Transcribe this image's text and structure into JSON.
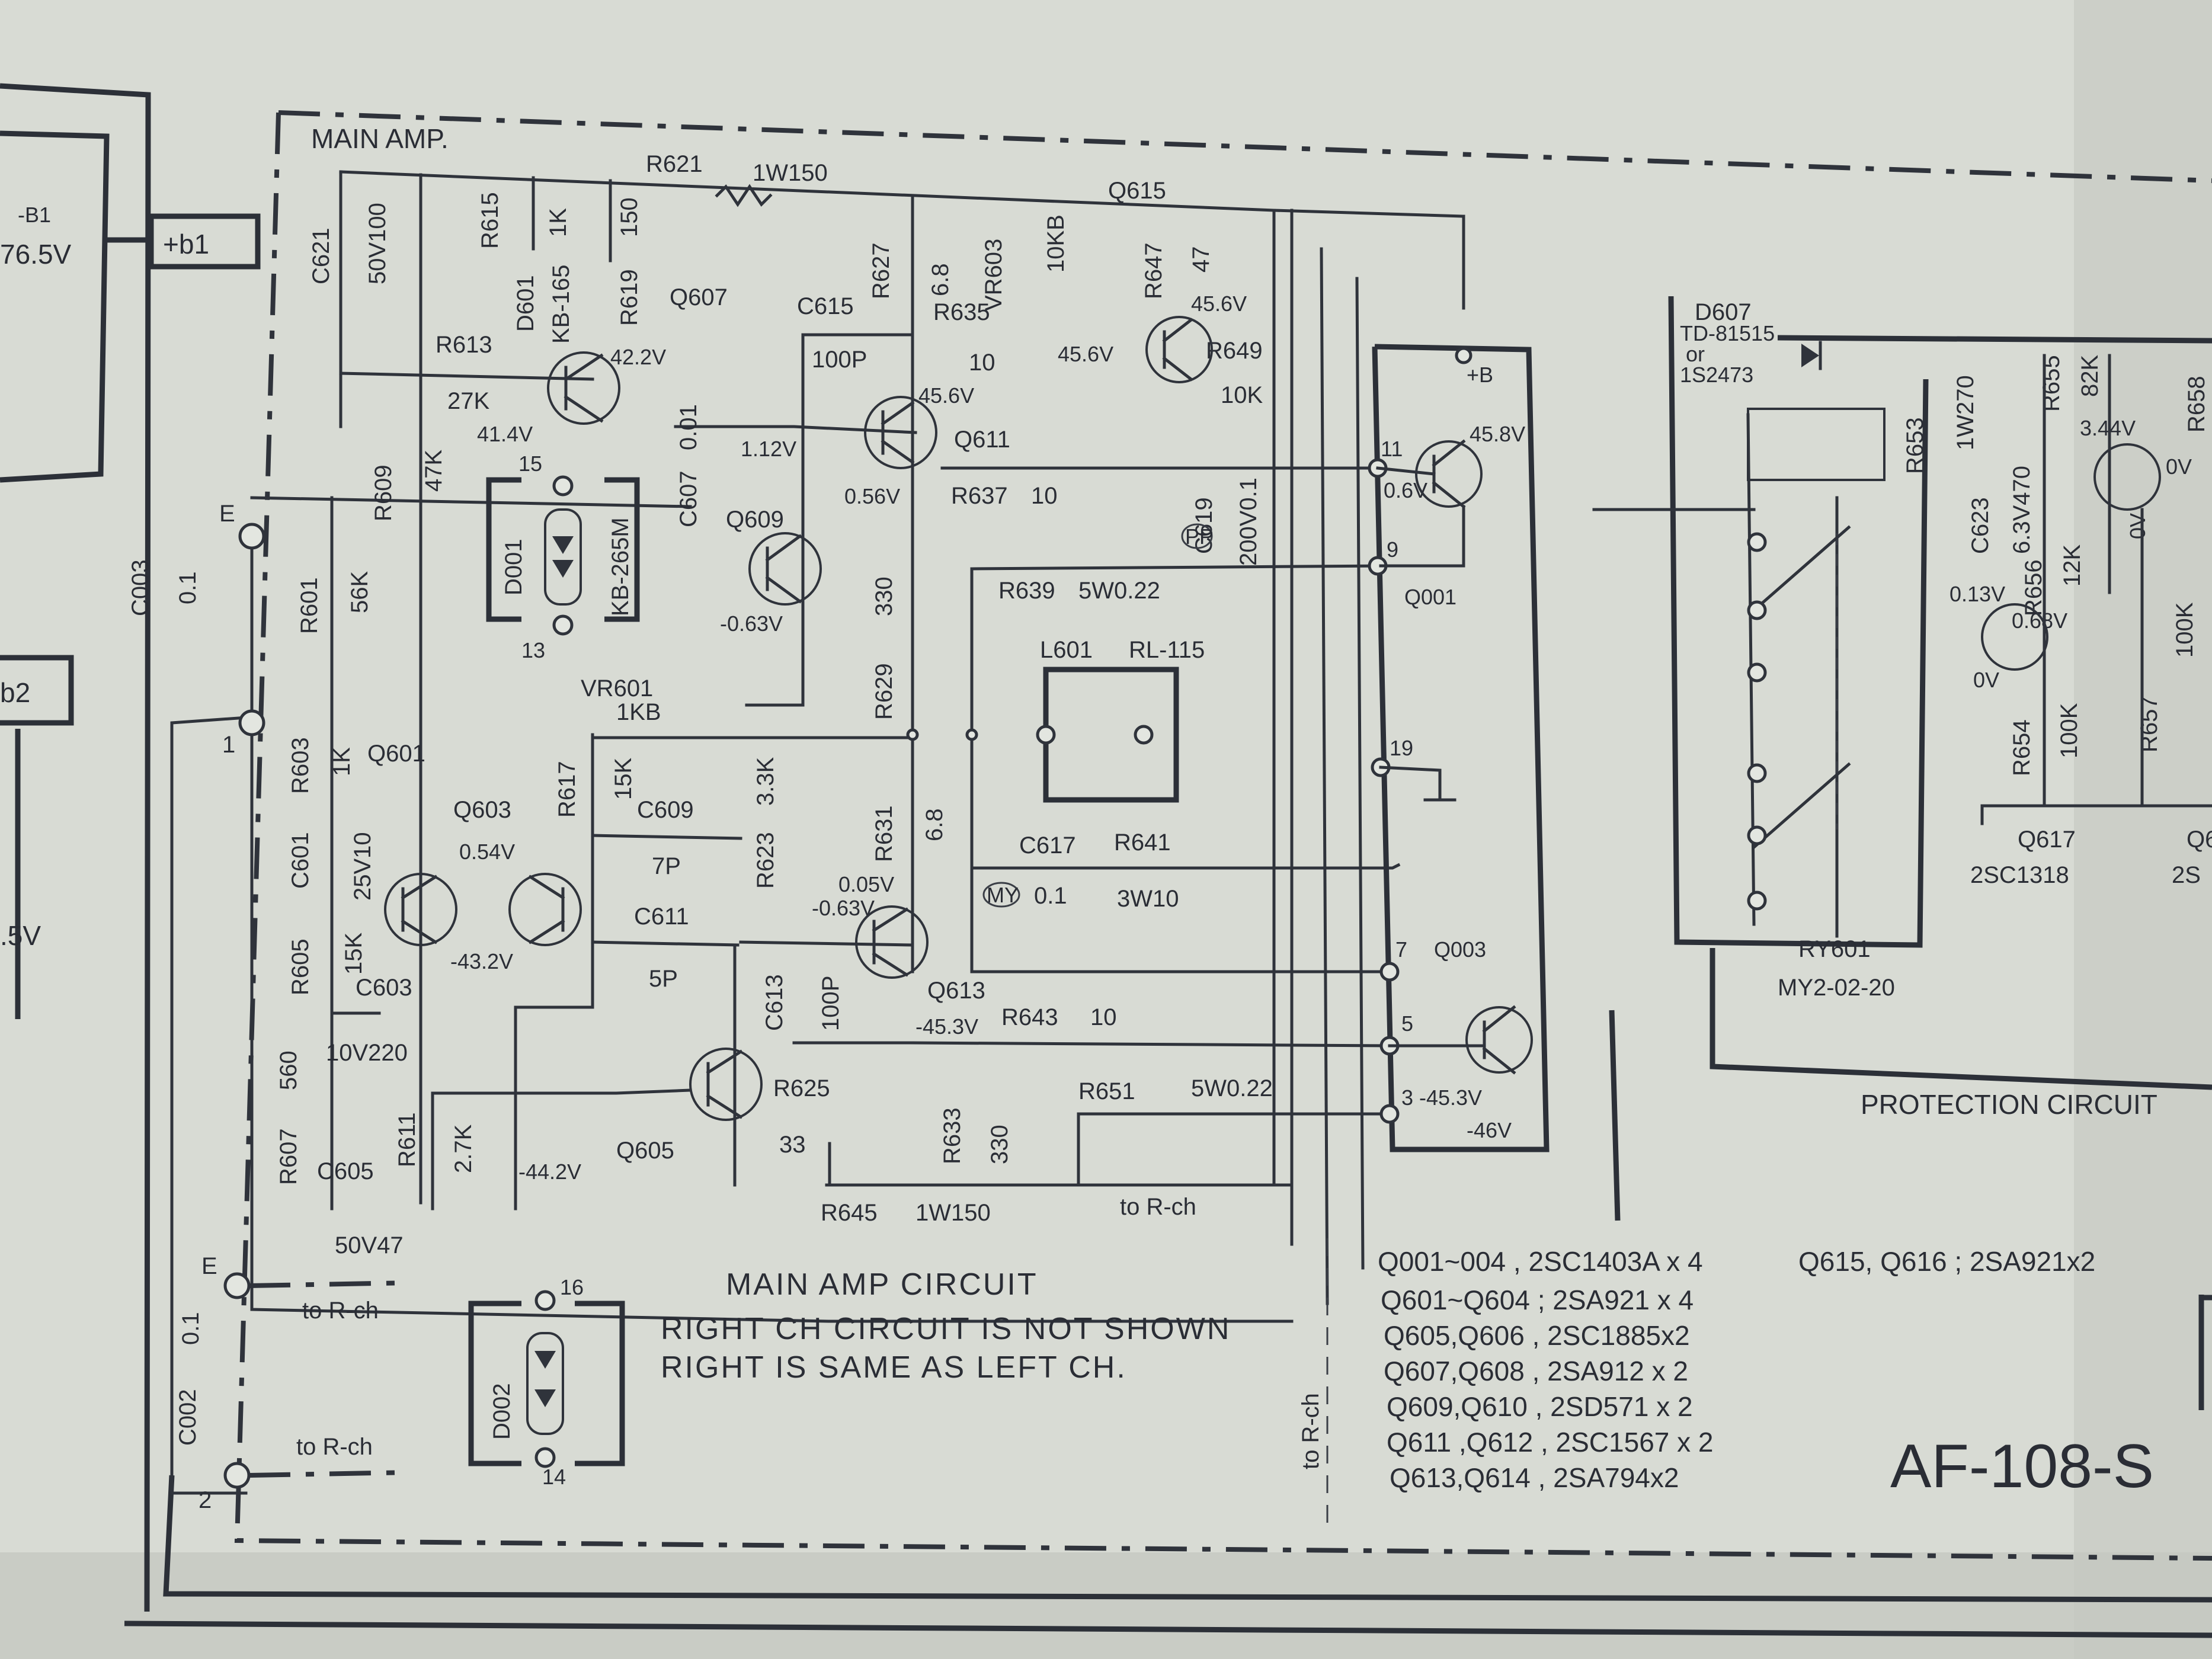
{
  "frame": {
    "title": "MAIN AMP.",
    "side_label_1": "+b1",
    "side_label_2": "b2",
    "left_fragment_1": "-B1",
    "left_fragment_2": "76.5V",
    "left_fragment_3": ".5V"
  },
  "main_amp": {
    "R621": "R621",
    "R621_val": "1W150",
    "R615": "R615",
    "R615_val": "1K",
    "R619": "R619",
    "R619_val": "150",
    "D601": "D601",
    "D601_val": "KB-165",
    "C621": "C621",
    "C621_val": "50V100",
    "R613": "R613",
    "R613_val": "27K",
    "Q607": "Q607",
    "v_42_2": "42.2V",
    "v_41_4": "41.4V",
    "R609": "R609",
    "R609_val": "47K",
    "pin15": "15",
    "pin13": "13",
    "D001": "D001",
    "D001_val": "KB-265M",
    "C607": "C607",
    "C607_val": "0.01",
    "VR601": "VR601",
    "VR601_val": "1KB",
    "C615": "C615",
    "C615_val": "100P",
    "R627": "R627",
    "R627_val": "6.8",
    "R635": "R635",
    "R635_val": "10",
    "VR603": "VR603",
    "VR603_val": "10KB",
    "Q615": "Q615",
    "R647": "R647",
    "R647_val": "47",
    "v_45_6a": "45.6V",
    "v_45_6b": "45.6V",
    "v_45_6c": "45.6V",
    "R649": "R649",
    "R649_val": "10K",
    "Q611": "Q611",
    "v_1_12": "1.12V",
    "v_0_56": "0.56V",
    "R637": "R637",
    "R637_val": "10",
    "Q609": "Q609",
    "v_m0_63": "-0.63V",
    "C619": "C619",
    "C619_val": "200V0.1",
    "PP": "PP",
    "R639": "R639",
    "R639_val": "5W0.22",
    "R629": "R629",
    "R629_val": "330",
    "L601": "L601",
    "L601_val": "RL-115",
    "R601": "R601",
    "R601_val": "56K",
    "E": "E",
    "C003": "C003",
    "C003_val": "0.1",
    "pin1": "1",
    "R603": "R603",
    "R603_val": "1K",
    "Q601": "Q601",
    "C601": "C601",
    "C601_val": "25V10",
    "Q603": "Q603",
    "v_0_54": "0.54V",
    "R617": "R617",
    "R617_val": "15K",
    "C609": "C609",
    "C609_val": "7P",
    "R623": "R623",
    "R623_val": "3.3K",
    "R631": "R631",
    "R631_val": "6.8",
    "C617": "C617",
    "C617_val": "0.1",
    "MY": "MY",
    "R641": "R641",
    "R641_val": "3W10",
    "C611": "C611",
    "C611_val": "5P",
    "v_0_05": "0.05V",
    "v_m0_63b": "-0.63V",
    "R605": "R605",
    "R605_val": "15K",
    "C603": "C603",
    "C603_val": "10V220",
    "v_m43_2": "-43.2V",
    "C613": "C613",
    "C613_val": "100P",
    "Q613": "Q613",
    "v_m45_3": "-45.3V",
    "R643": "R643",
    "R643_val": "10",
    "R607": "R607",
    "R607_val": "560",
    "R611": "R611",
    "R611_val": "2.7K",
    "R625": "R625",
    "R625_val": "33",
    "Q605": "Q605",
    "R633": "R633",
    "R633_val": "330",
    "R651": "R651",
    "R651_val": "5W0.22",
    "C605": "C605",
    "C605_val": "50V47",
    "v_m44_2": "-44.2V",
    "R645": "R645",
    "R645_val": "1W150",
    "to_r_ch_1": "to R-ch"
  },
  "output_module": {
    "plus_b": "+B",
    "pin11": "11",
    "pin9": "9",
    "pin19": "19",
    "pin7": "7",
    "pin5": "5",
    "pin3": "3",
    "v_45_8": "45.8V",
    "v_0_6": "0.6V",
    "Q001": "Q001",
    "Q003": "Q003",
    "v_m45_3": "-45.3V",
    "v_m46": "-46V"
  },
  "protection": {
    "D607": "D607",
    "D607_val": "TD-81515",
    "or": "or",
    "alt": "1S2473",
    "R653": "R653",
    "R653_val": "1W270",
    "R655": "R655",
    "R655_val": "82K",
    "C623": "C623",
    "C623_val": "6.3V470",
    "R656": "R656",
    "R656_val": "12K",
    "v_3_44": "3.44V",
    "v_0v_a": "0V",
    "v_0v_b": "0V",
    "v_0v_c": "0V",
    "v_0_13": "0.13V",
    "v_0_68": "0.68V",
    "R654": "R654",
    "R654_val": "100K",
    "R657": "R657",
    "R657_val": "100K",
    "R658": "R658",
    "Q617": "Q617",
    "Q617_val": "2SC1318",
    "Q6_partial": "Q6",
    "Q6_partial_val": "2S",
    "RY601": "RY601",
    "RY601_val": "MY2-02-20",
    "title": "PROTECTION CIRCUIT"
  },
  "lower": {
    "E": "E",
    "pin2": "2",
    "C002": "C002",
    "C002_val": "0.1",
    "to_r_ch_a": "to R-ch",
    "to_r_ch_b": "to R-ch",
    "to_r_ch_c": "to R-ch",
    "pin16": "16",
    "pin14": "14",
    "D002": "D002"
  },
  "notes": {
    "line1": "MAIN AMP CIRCUIT",
    "line2": "RIGHT CH CIRCUIT IS NOT SHOWN",
    "line3": "RIGHT IS SAME AS LEFT CH."
  },
  "parts_list": [
    "Q001~004 , 2SC1403A x 4",
    "Q601~Q604 ; 2SA921 x 4",
    "Q605,Q606 , 2SC1885x2",
    "Q607,Q608 , 2SA912 x 2",
    "Q609,Q610 , 2SD571 x 2",
    "Q611 ,Q612 , 2SC1567 x 2",
    "Q613,Q614 , 2SA794x2"
  ],
  "parts_extra": "Q615, Q616 ; 2SA921x2",
  "model": "AF-108-S"
}
